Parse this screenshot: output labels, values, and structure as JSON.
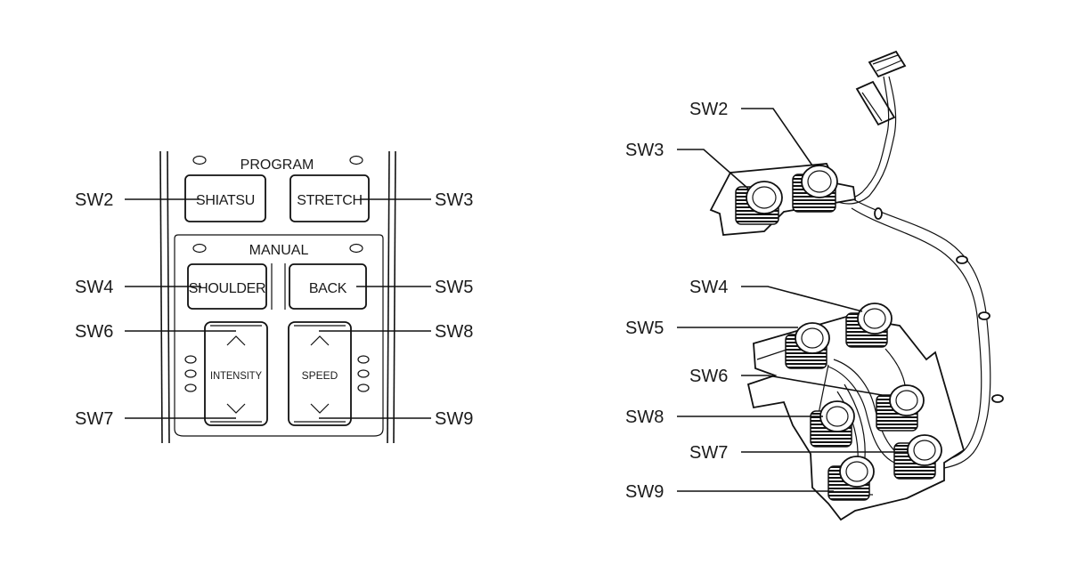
{
  "remote": {
    "program_header": "PROGRAM",
    "manual_header": "MANUAL",
    "keys": {
      "shiatsu": "SHIATSU",
      "stretch": "STRETCH",
      "shoulder": "SHOULDER",
      "back": "BACK",
      "intensity": "INTENSITY",
      "speed": "SPEED"
    },
    "callouts": {
      "sw2": "SW2",
      "sw3": "SW3",
      "sw4": "SW4",
      "sw5": "SW5",
      "sw6": "SW6",
      "sw7": "SW7",
      "sw8": "SW8",
      "sw9": "SW9"
    }
  },
  "assembly": {
    "callouts": {
      "sw2": "SW2",
      "sw3": "SW3",
      "sw4": "SW4",
      "sw5": "SW5",
      "sw6": "SW6",
      "sw8": "SW8",
      "sw7": "SW7",
      "sw9": "SW9"
    }
  }
}
